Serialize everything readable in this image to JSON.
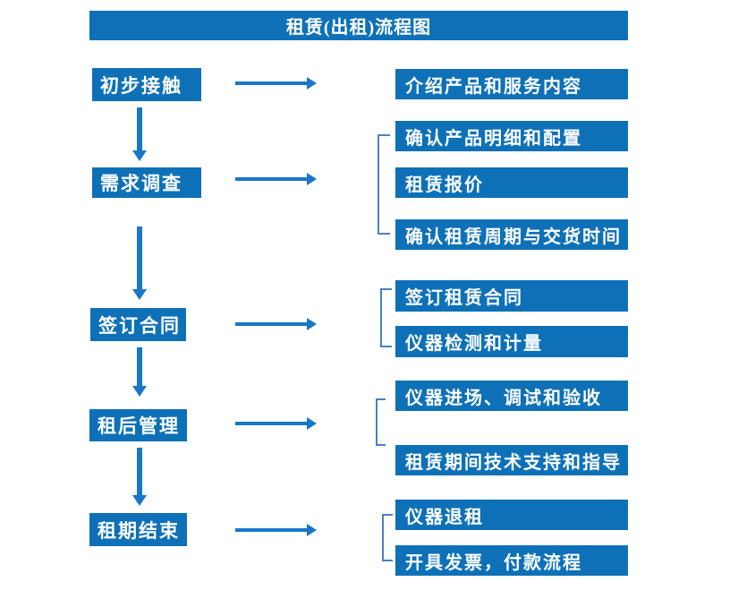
{
  "title": "租赁(出租)流程图",
  "colors": {
    "background": "#ffffff",
    "box": "#0e71b8",
    "arrow": "#1877c9",
    "bracket": "#4981be",
    "text": "#ffffff"
  },
  "flow": {
    "steps": [
      {
        "label": "初步接触",
        "outputs": [
          "介绍产品和服务内容"
        ]
      },
      {
        "label": "需求调查",
        "outputs": [
          "确认产品明细和配置",
          "租赁报价",
          "确认租赁周期与交货时间"
        ]
      },
      {
        "label": "签订合同",
        "outputs": [
          "签订租赁合同",
          "仪器检测和计量"
        ]
      },
      {
        "label": "租后管理",
        "outputs": [
          "仪器进场、调试和验收",
          "租赁期间技术支持和指导"
        ]
      },
      {
        "label": "租期结束",
        "outputs": [
          "仪器退租",
          "开具发票，付款流程"
        ]
      }
    ]
  }
}
